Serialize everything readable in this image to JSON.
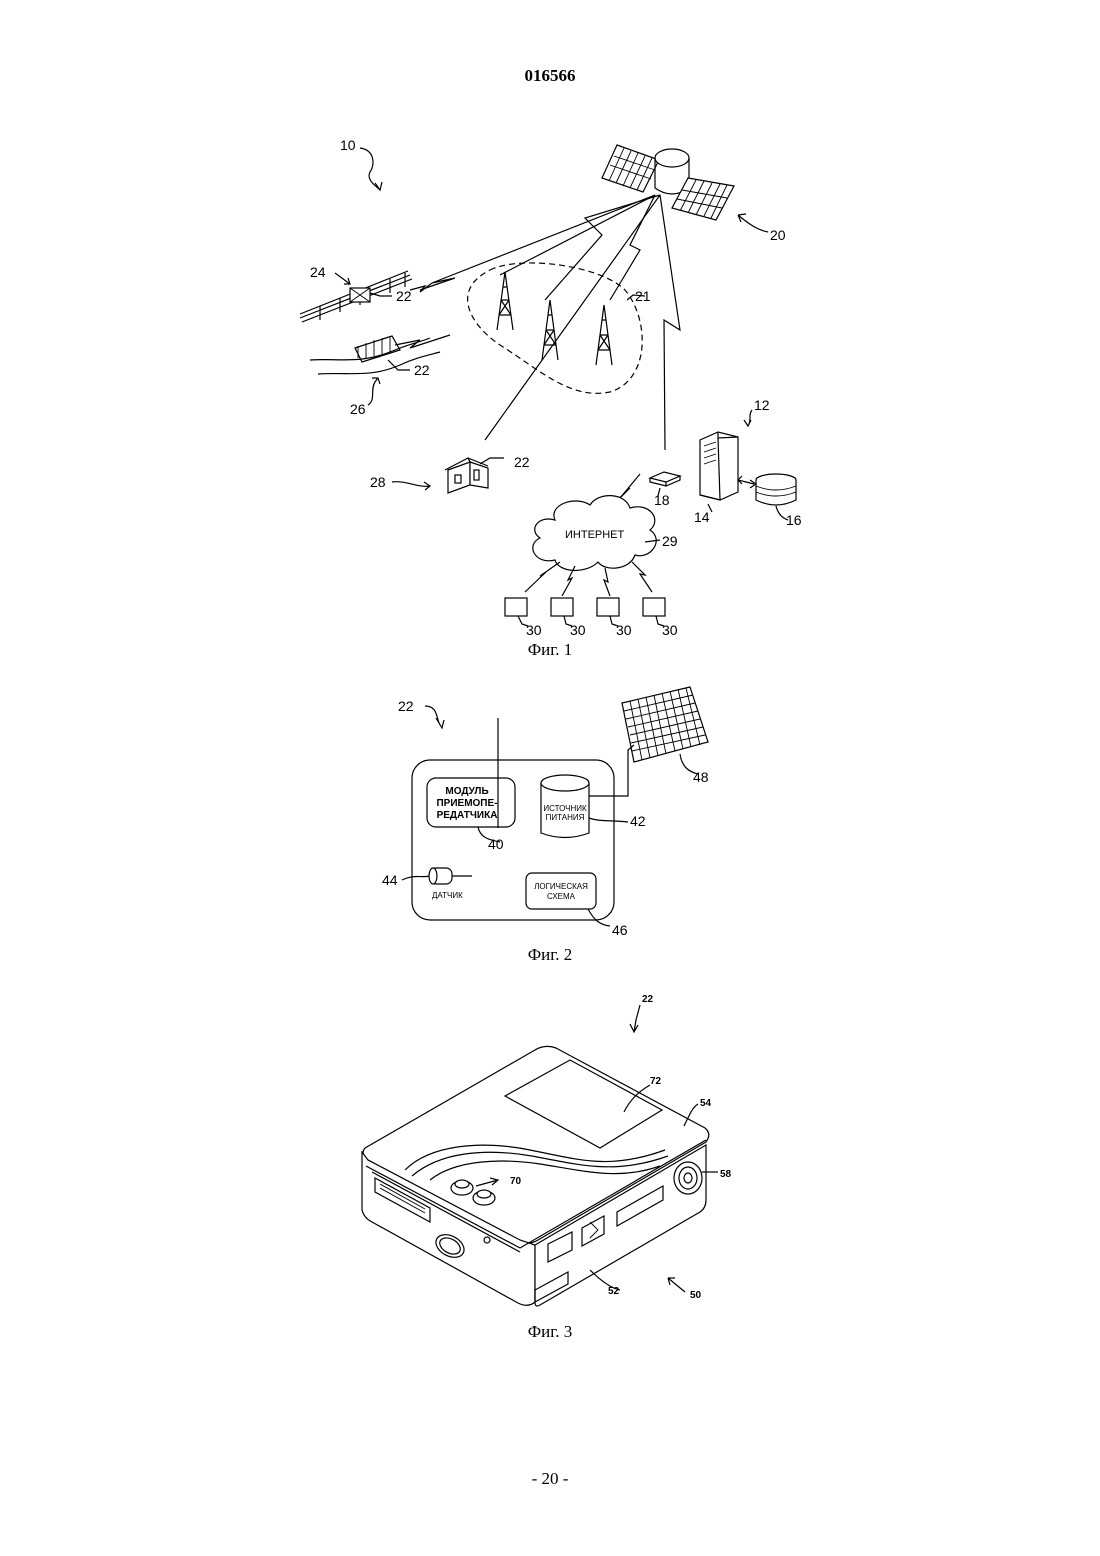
{
  "header": {
    "doc_number": "016566"
  },
  "footer": {
    "page_number": "- 20 -"
  },
  "figure1": {
    "caption": "Фиг. 1",
    "labels": {
      "system": "10",
      "satellite": "20",
      "network": "21",
      "fence_site": "24",
      "fence_device": "22",
      "water_site": "26",
      "water_device": "22",
      "house_site": "28",
      "house_device": "22",
      "server_group": "12",
      "gateway": "18",
      "server": "14",
      "database": "16",
      "internet_ref": "29",
      "client1": "30",
      "client2": "30",
      "client3": "30",
      "client4": "30"
    },
    "cloud_text": "ИНТЕРНЕТ"
  },
  "figure2": {
    "caption": "Фиг. 2",
    "labels": {
      "device": "22",
      "transceiver_ref": "40",
      "power_ref": "42",
      "sensor_ref": "44",
      "logic_ref": "46",
      "solar_ref": "48"
    },
    "transceiver_text": [
      "МОДУЛЬ",
      "ПРИЕМОПЕ-",
      "РЕДАТЧИКА"
    ],
    "power_text": [
      "ИСТОЧНИК",
      "ПИТАНИЯ"
    ],
    "sensor_text": "ДАТЧИК",
    "logic_text": [
      "ЛОГИЧЕСКАЯ",
      "СХЕМА"
    ]
  },
  "figure3": {
    "caption": "Фиг. 3",
    "labels": {
      "device": "22",
      "display": "72",
      "top_cover": "54",
      "connector": "58",
      "buttons": "70",
      "base": "52",
      "housing": "50"
    }
  }
}
